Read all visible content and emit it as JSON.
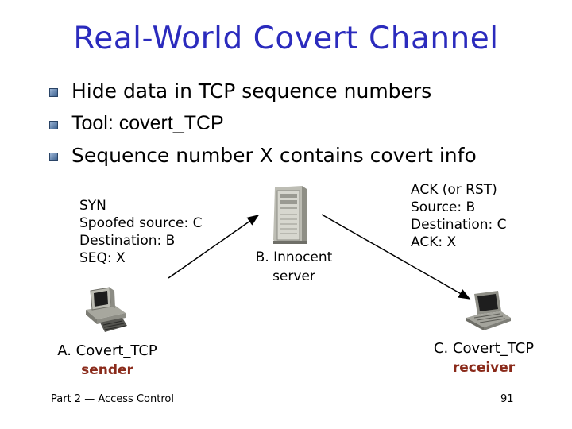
{
  "slide": {
    "title": "Real-World Covert Channel",
    "bullets": [
      "Hide data in TCP sequence numbers",
      "Tool: covert_TCP",
      "Sequence number X contains covert info"
    ],
    "syn_packet": [
      "SYN",
      "Spoofed source: C",
      "Destination: B",
      "SEQ: X"
    ],
    "ack_packet": [
      "ACK (or RST)",
      "Source: B",
      "Destination: C",
      "ACK: X"
    ],
    "server_label": [
      "B. Innocent",
      "server"
    ],
    "sender_label": {
      "line1": "A. Covert_TCP",
      "role": "sender"
    },
    "receiver_label": {
      "line1": "C. Covert_TCP",
      "role": "receiver"
    },
    "footer": {
      "left": "Part 2 — Access Control",
      "page": "91"
    }
  },
  "colors": {
    "title": "#2b2bbd",
    "role_text": "#8a2a1a",
    "bullet_box": "#3a5f8d"
  },
  "icons": [
    "server-tower-icon",
    "desktop-computer-icon",
    "laptop-computer-icon",
    "bullet-square-icon"
  ]
}
